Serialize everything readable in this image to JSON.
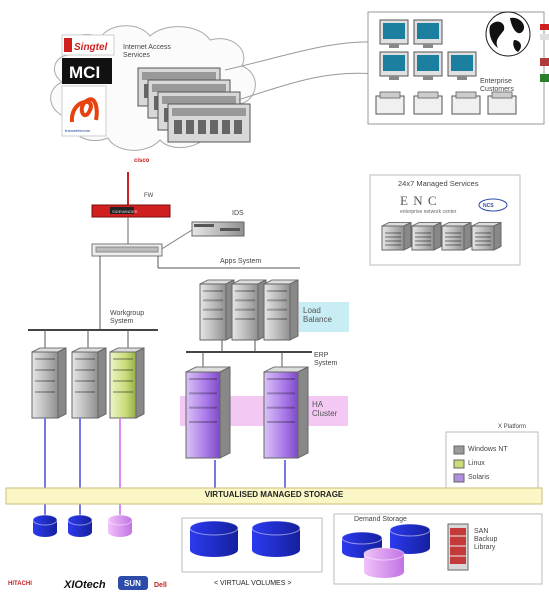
{
  "diagram": {
    "internet": {
      "label": "Internet Access\nServices",
      "providers": [
        "Singtel",
        "MCI",
        "francetelecom"
      ],
      "cloud_logo": "cisco"
    },
    "enterprise": {
      "label": "Enterprise\nCustomers"
    },
    "fw_label": "FW",
    "fw_device_text": "SIDEWINDER",
    "ids_label": "IDS",
    "managed": {
      "title": "24x7 Managed Services",
      "enc_letters": "E N C",
      "enc_sub": "enterprise network center",
      "logo": "NCS"
    },
    "apps_label": "Apps System",
    "workgroup_label": "Workgroup\nSystem",
    "load_balance_label": "Load\nBalance",
    "erp_label": "ERP\nSystem",
    "ha_label": "HA\nCluster",
    "platform": {
      "title": "X Platform",
      "items": [
        {
          "name": "Windows NT",
          "color": "#9a9a9a"
        },
        {
          "name": "Linux",
          "color": "#c8dc7a"
        },
        {
          "name": "Solaris",
          "color": "#b18fe0"
        }
      ]
    },
    "storage_bar": "VIRTUALISED MANAGED STORAGE",
    "demand_label": "Demand Storage",
    "san_label": "SAN\nBackup\nLibrary",
    "virtual_volumes": "< VIRTUAL VOLUMES >",
    "vendors": [
      "HITACHI",
      "XIOtech",
      "SUN",
      "Dell"
    ],
    "colors": {
      "blue_disk": "#1f2bd0",
      "pink_disk": "#d98cf0",
      "purple_server": "#a978e8",
      "grey_server": "#a8a8a8",
      "green_server": "#c8dc7a",
      "storage_bar": "#fbf6c6",
      "fw_red": "#d01f1f",
      "label_highlight": "#c8edf5",
      "ha_highlight": "#f2c3f2"
    }
  }
}
